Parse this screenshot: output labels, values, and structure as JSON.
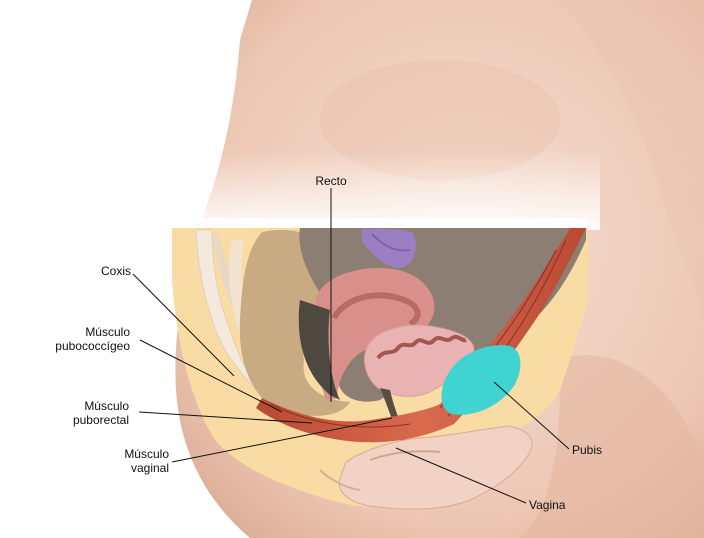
{
  "labels": {
    "recto": "Recto",
    "coxis": "Coxis",
    "pubococcigeo_line1": "Músculo",
    "pubococcigeo_line2": "pubococcígeo",
    "puborectal_line1": "Músculo",
    "puborectal_line2": "puborectal",
    "vaginal_line1": "Músculo",
    "vaginal_line2": "vaginal",
    "pubis": "Pubis",
    "vagina": "Vagina"
  },
  "colors": {
    "skin": "#f1d3c3",
    "skin_shadow": "#d9ab96",
    "fat": "#f8dca3",
    "bone": "#f4e9dc",
    "gut": "#c9ab83",
    "cavity": "#8c7e72",
    "uterus": "#d9908a",
    "bladder": "#eab3b3",
    "muscle": "#cd5a3f",
    "pubis": "#3fd3d1",
    "ovary": "#9c7fc2"
  }
}
